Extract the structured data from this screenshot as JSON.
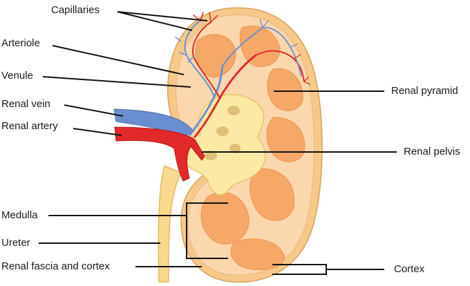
{
  "labels": {
    "capillaries": "Capillaries",
    "arteriole": "Arteriole",
    "venule": "Venule",
    "renal_vein": "Renal vein",
    "renal_artery": "Renal artery",
    "medulla": "Medulla",
    "ureter": "Ureter",
    "renal_fascia_cortex": "Renal fascia and cortex",
    "renal_pyramid": "Renal pyramid",
    "renal_pelvis": "Renal pelvis",
    "cortex": "Cortex"
  },
  "colors": {
    "capsule": "#f6c98a",
    "cortex": "#fbd7ad",
    "pyramid": "#f5a868",
    "pyramid_dark": "#ef9150",
    "pelvis": "#fde9a6",
    "pelvis_edge": "#e8c46a",
    "vein": "#6a8fd0",
    "artery": "#e32a2a",
    "ureter": "#f9d98e",
    "ureter_edge": "#e6b85c",
    "outline": "#d7a25c"
  }
}
